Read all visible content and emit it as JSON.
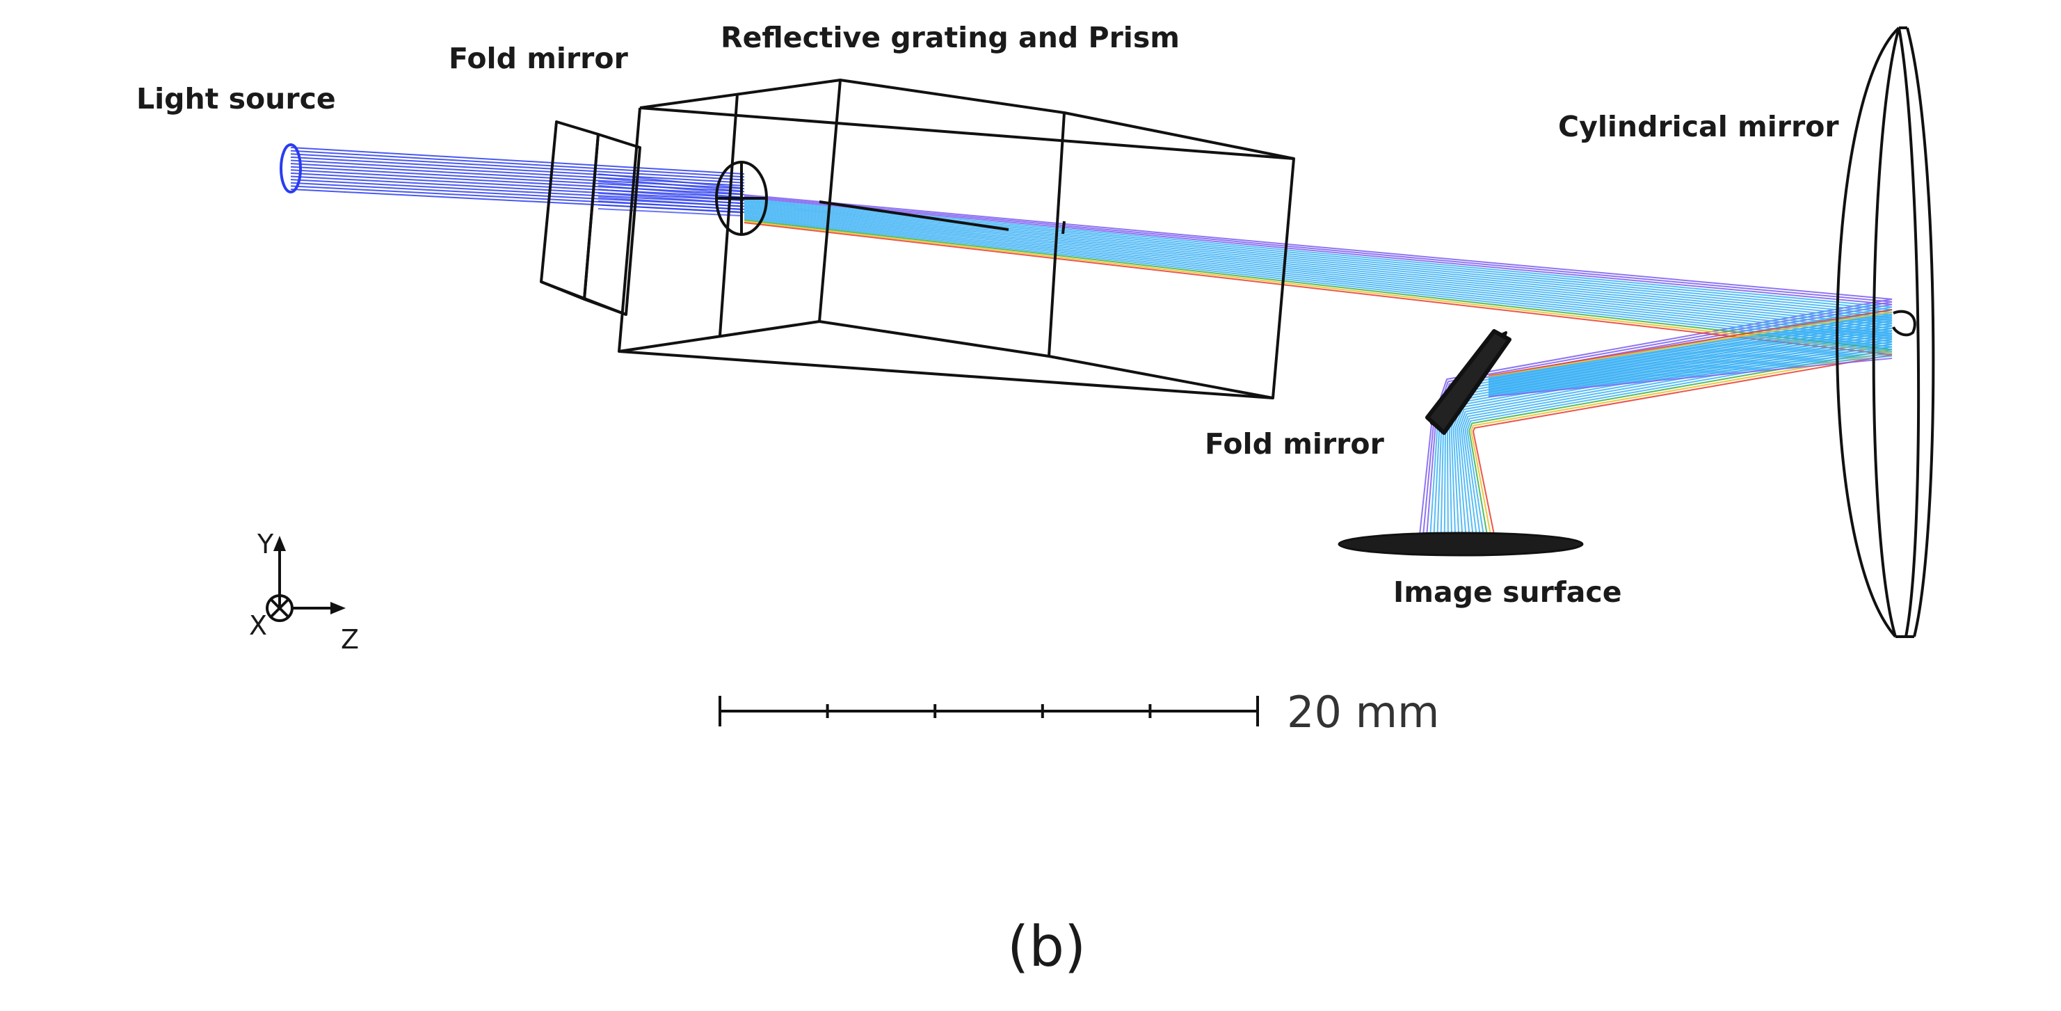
{
  "labels": {
    "light_source": "Light source",
    "fold_mirror_1": "Fold mirror",
    "grating_prism": "Reflective grating and Prism",
    "cylindrical_mirror": "Cylindrical mirror",
    "fold_mirror_2": "Fold mirror",
    "image_surface": "Image surface"
  },
  "axes": {
    "y": "Y",
    "x": "X",
    "z": "Z"
  },
  "scale_bar": {
    "label": "20 mm",
    "divisions": 5
  },
  "caption": "(b)",
  "colors": {
    "input_beam": "#2a3cf0",
    "dispersed_beam": "#3ab0f5",
    "dispersed_violet": "#7a5cf0",
    "dispersed_red": "#e8382c",
    "dispersed_yellow": "#e8c020",
    "dispersed_green": "#38b048",
    "wireframe": "#111111"
  }
}
